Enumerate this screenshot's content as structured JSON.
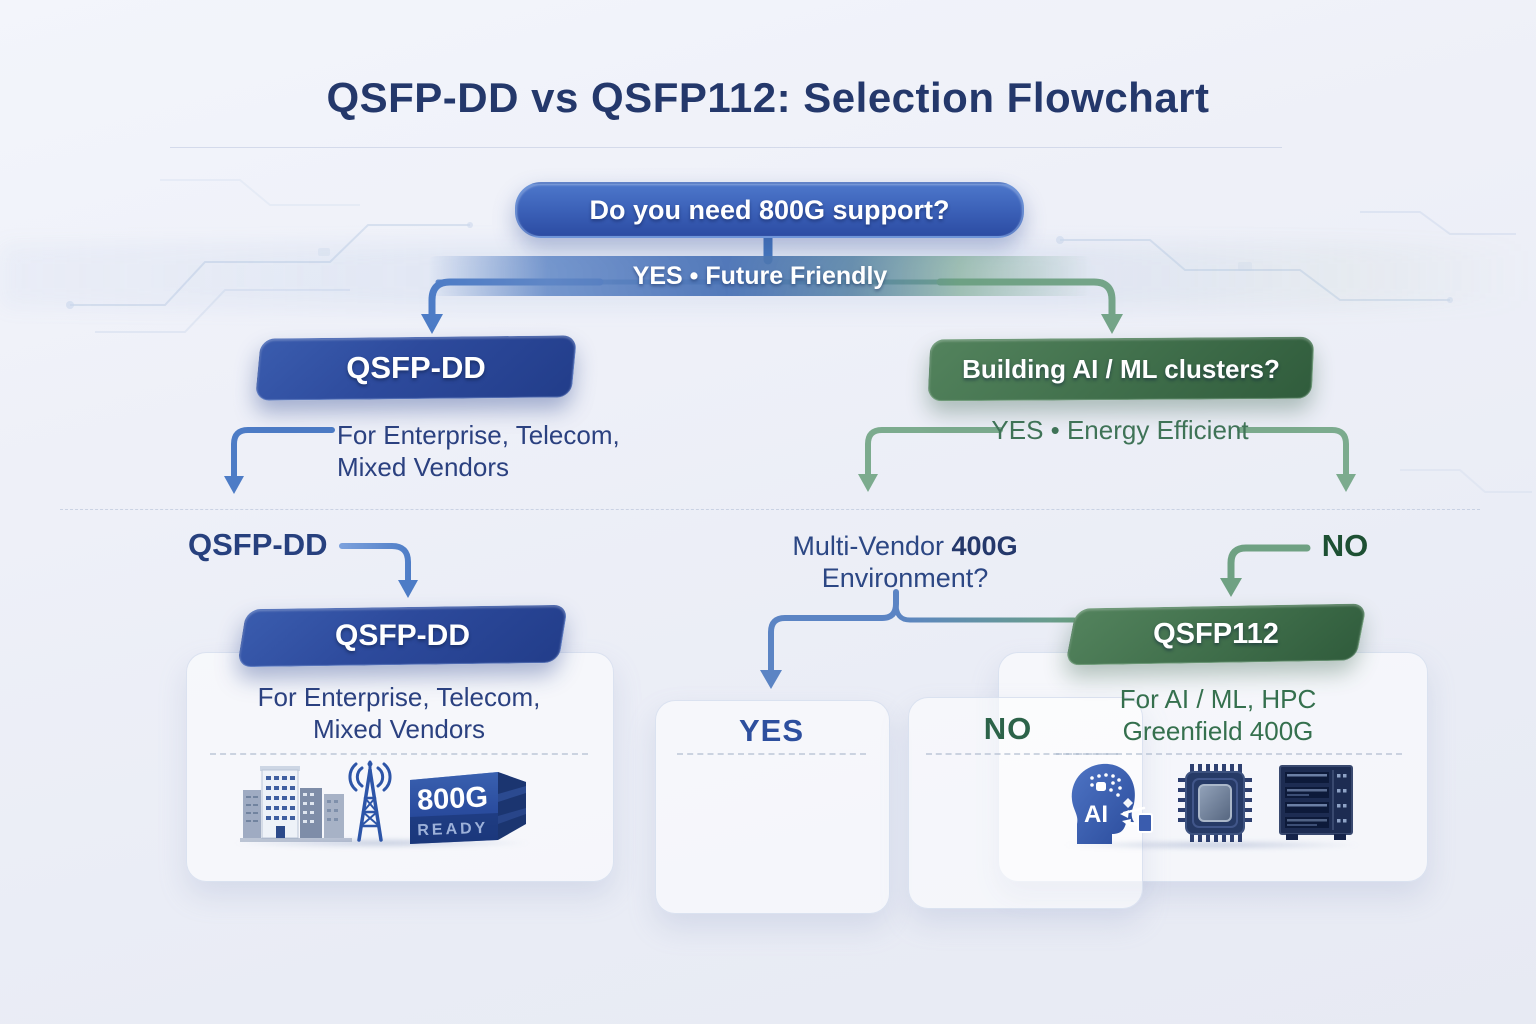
{
  "palette": {
    "background": "#eef0f8",
    "title_color": "#24386b",
    "blue_node": "#2d4a9c",
    "green_node": "#41704c",
    "navy_text": "#2b4180",
    "green_text": "#35704e",
    "arrow_blue": "#4d7cc6",
    "arrow_green": "#74a488"
  },
  "title": "QSFP-DD vs QSFP112: Selection Flowchart",
  "root": {
    "question": "Do you need 800G support?",
    "answer_band": "YES • Future Friendly"
  },
  "left_branch": {
    "node_label": "QSFP-DD",
    "note_line1": "For Enterprise, Telecom,",
    "note_line2": "Mixed Vendors",
    "sub_label": "QSFP-DD",
    "result": {
      "node_label": "QSFP-DD",
      "line1": "For Enterprise, Telecom,",
      "line2": "Mixed Vendors",
      "badge_line1": "800G",
      "badge_line2": "READY",
      "icons": [
        "office-buildings-icon",
        "antenna-tower-icon",
        "800g-ready-module-icon"
      ]
    }
  },
  "right_branch": {
    "question": "Building AI / ML clusters?",
    "answer_label": "YES • Energy Efficient",
    "sub_question": {
      "part1": "Multi-Vendor",
      "part2": "400G",
      "line2": "Environment?"
    },
    "no_label": "NO",
    "yes_card_label": "YES",
    "no_card_label": "NO",
    "result": {
      "node_label": "QSFP112",
      "line1": "For AI / ML, HPC",
      "line2": "Greenfield 400G",
      "icons": [
        "ai-head-icon",
        "processor-chip-icon",
        "server-rack-icon"
      ]
    }
  }
}
